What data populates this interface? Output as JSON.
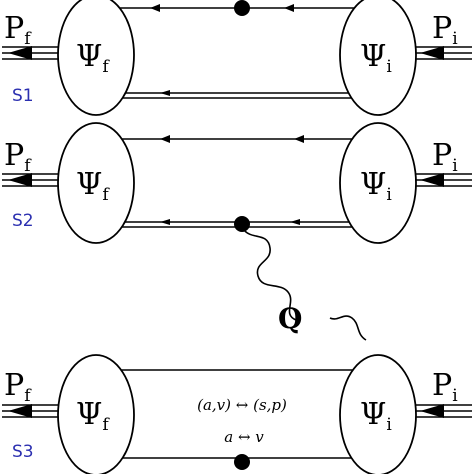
{
  "panels": [
    {
      "id": "S1",
      "panel_label": "S1",
      "left_momentum": {
        "base": "P",
        "sub": "f"
      },
      "right_momentum": {
        "base": "P",
        "sub": "i"
      },
      "left_blob": {
        "base": "Ψ",
        "sub": "f"
      },
      "right_blob": {
        "base": "Ψ",
        "sub": "i"
      }
    },
    {
      "id": "S2",
      "panel_label": "S2",
      "left_momentum": {
        "base": "P",
        "sub": "f"
      },
      "right_momentum": {
        "base": "P",
        "sub": "i"
      },
      "left_blob": {
        "base": "Ψ",
        "sub": "f"
      },
      "right_blob": {
        "base": "Ψ",
        "sub": "i"
      }
    },
    {
      "id": "S3",
      "panel_label": "S3",
      "left_momentum": {
        "base": "P",
        "sub": "f"
      },
      "right_momentum": {
        "base": "P",
        "sub": "i"
      },
      "left_blob": {
        "base": "Ψ",
        "sub": "f"
      },
      "right_blob": {
        "base": "Ψ",
        "sub": "i"
      },
      "exchange_line_1": "(a,v) ↔ (s,p)",
      "exchange_line_2": "a ↔ v"
    }
  ],
  "photon_label": "Q"
}
